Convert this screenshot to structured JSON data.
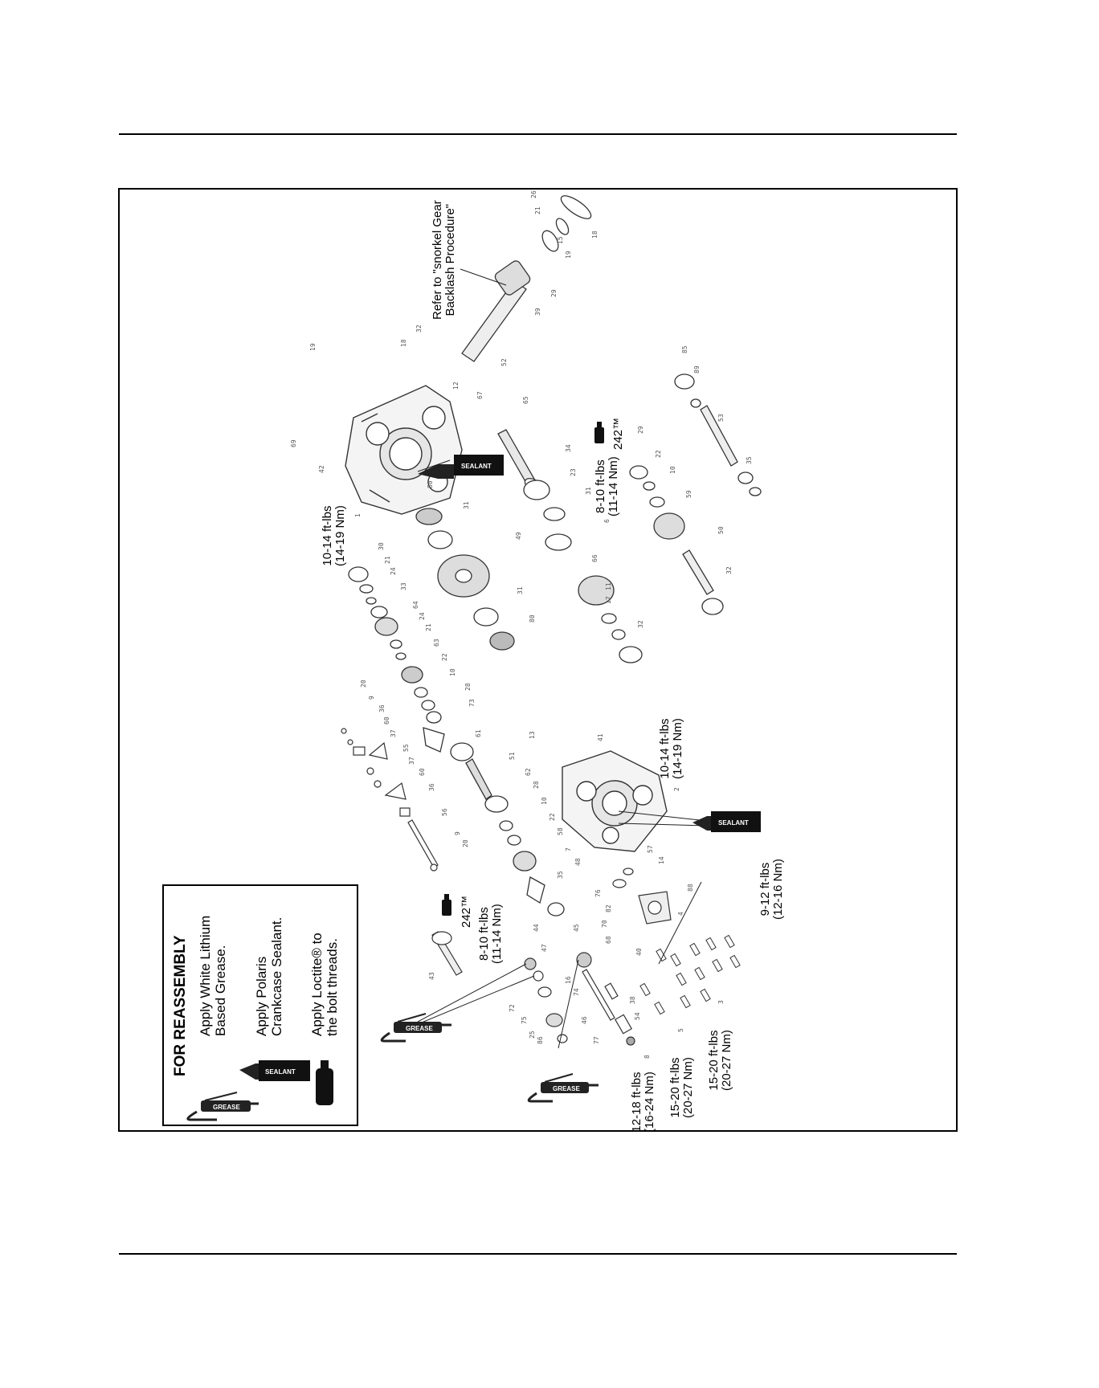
{
  "legend": {
    "title": "FOR REASSEMBLY",
    "items": [
      {
        "icon": "grease-gun-icon",
        "text": [
          "Apply White Lithium",
          "Based Grease."
        ]
      },
      {
        "icon": "sealant-tube-icon",
        "text": [
          "Apply Polaris",
          "Crankcase Sealant."
        ]
      },
      {
        "icon": "loctite-bottle-icon",
        "text": [
          "Apply Loctite® to",
          "the bolt threads."
        ]
      }
    ]
  },
  "callouts": {
    "snorkel": [
      "Refer to \"snorkel Gear",
      "Backlash Procedure\""
    ],
    "sealant_label": "SEALANT",
    "grease_label": "GREASE",
    "loctite_242": "242™",
    "loctite_242_upper": "242™"
  },
  "torques": {
    "t1": [
      "10-14 ft-lbs",
      "(14-19 Nm)"
    ],
    "t2": [
      "8-10 ft-lbs",
      "(11-14 Nm)"
    ],
    "t3": [
      "10-14 ft-lbs",
      "(14-19 Nm)"
    ],
    "t4": [
      "8-10 ft-lbs",
      "(11-14 Nm)"
    ],
    "t5": [
      "9-12 ft-lbs",
      "(12-16 Nm)"
    ],
    "t6": [
      "12-18 ft-lbs",
      "(16-24 Nm)"
    ],
    "t7": [
      "15-20 ft-lbs",
      "(20-27 Nm)"
    ],
    "t8": [
      "15-20 ft-lbs",
      "(20-27 Nm)"
    ]
  },
  "part_numbers": {
    "upper": [
      "69",
      "42",
      "19",
      "18",
      "32",
      "12",
      "67",
      "52",
      "39",
      "29",
      "21",
      "26",
      "19",
      "15",
      "18",
      "65",
      "34",
      "23",
      "31",
      "6",
      "80",
      "31",
      "49",
      "31",
      "80",
      "30",
      "21",
      "24",
      "33",
      "64",
      "24",
      "21",
      "63",
      "22",
      "10",
      "28",
      "73",
      "61",
      "66",
      "11",
      "17",
      "32",
      "29",
      "22",
      "10",
      "59",
      "50",
      "32",
      "85",
      "89",
      "53",
      "35",
      "1"
    ],
    "lower": [
      "20",
      "9",
      "36",
      "60",
      "37",
      "55",
      "37",
      "60",
      "36",
      "56",
      "9",
      "20",
      "13",
      "41",
      "51",
      "62",
      "28",
      "10",
      "22",
      "58",
      "7",
      "48",
      "35",
      "2",
      "57",
      "14",
      "76",
      "82",
      "88",
      "4",
      "40",
      "44",
      "47",
      "72",
      "75",
      "25",
      "86",
      "45",
      "70",
      "68",
      "74",
      "16",
      "46",
      "77",
      "38",
      "54",
      "8",
      "5",
      "3",
      "43"
    ]
  }
}
